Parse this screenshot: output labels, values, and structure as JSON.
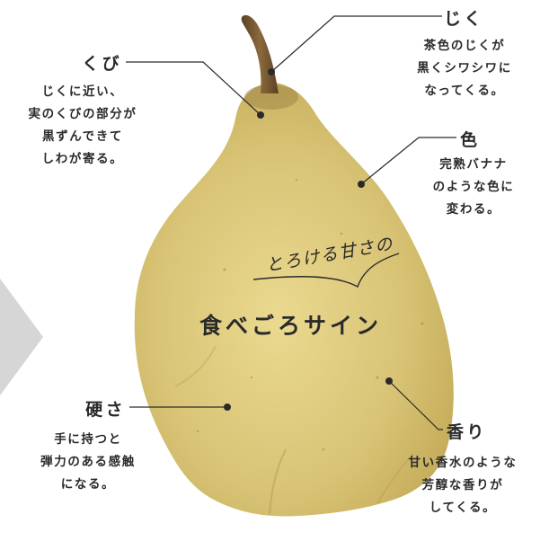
{
  "tagline": "とろける甘さの",
  "title": "食べごろサイン",
  "callouts": {
    "stem": {
      "heading": "じく",
      "lines": [
        "茶色のじくが",
        "黒くシワシワに",
        "なってくる。"
      ]
    },
    "neck": {
      "heading": "くび",
      "lines": [
        "じくに近い、",
        "実のくびの部分が",
        "黒ずんできて",
        "しわが寄る。"
      ]
    },
    "color": {
      "heading": "色",
      "lines": [
        "完熟バナナ",
        "のような色に",
        "変わる。"
      ]
    },
    "firmness": {
      "heading": "硬さ",
      "lines": [
        "手に持つと",
        "弾力のある感触",
        "になる。"
      ]
    },
    "aroma": {
      "heading": "香り",
      "lines": [
        "甘い香水のような",
        "芳醇な香りが",
        "してくる。"
      ]
    }
  },
  "colors": {
    "pear_body": "#d9c476",
    "pear_shadow": "#b39a4c",
    "stem": "#7a5a33",
    "text": "#2a2a2a",
    "arrow": "#d6d6d6"
  },
  "icons": {
    "pear": "pear-illustration",
    "arrow": "grey-triangle-arrow"
  }
}
